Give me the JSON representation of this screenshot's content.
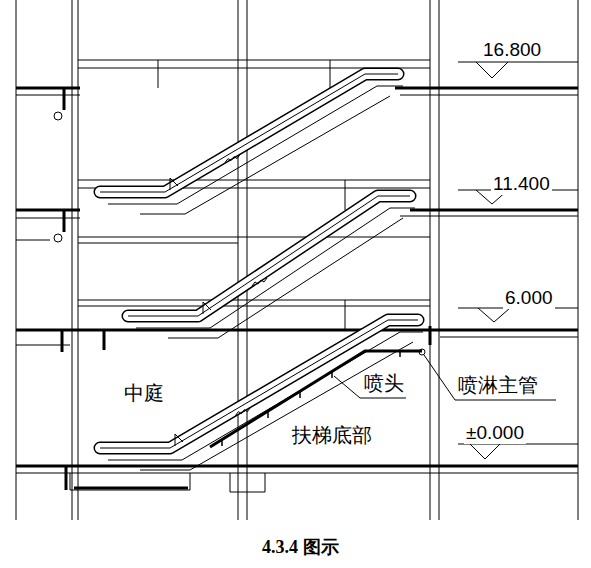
{
  "diagram": {
    "caption": "4.3.4 图示",
    "labels": [
      "16.800",
      "11.400",
      "6.000",
      "中庭",
      "喷头",
      "喷淋主管",
      "扶梯底部",
      "±0.000"
    ]
  }
}
